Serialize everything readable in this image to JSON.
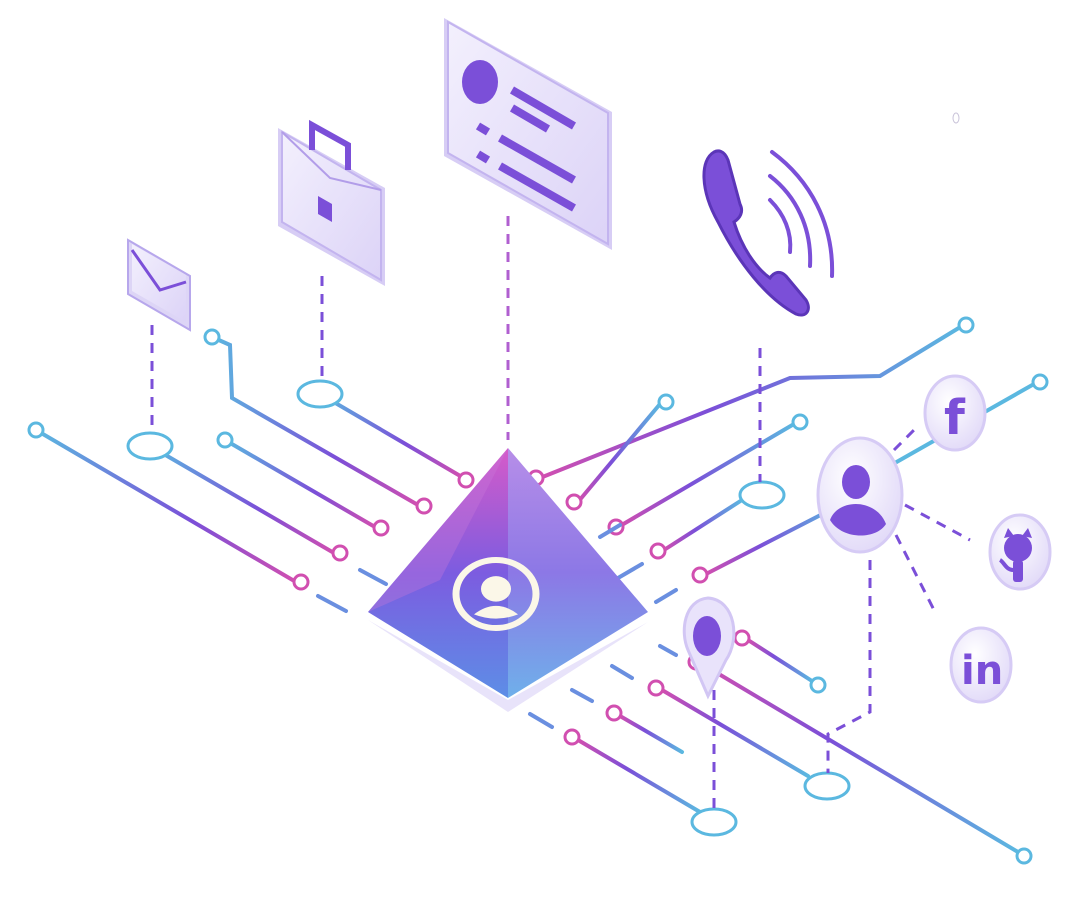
{
  "illustration": {
    "social_icons": [
      {
        "name": "facebook",
        "glyph": "f"
      },
      {
        "name": "github",
        "glyph": ""
      },
      {
        "name": "linkedin",
        "glyph": "in"
      }
    ],
    "icons": [
      "envelope-icon",
      "briefcase-icon",
      "contact-card-icon",
      "phone-icon",
      "user-profile-icon",
      "location-pin-icon",
      "pyramid-user-icon"
    ],
    "colors": {
      "primary_purple": "#7b4fd8",
      "cyan": "#5bb8e0",
      "magenta": "#d14fb0",
      "card_fill": "#ece7fb",
      "pyramid_top": "#c460d6",
      "pyramid_bottom": "#5aa6e6"
    }
  }
}
